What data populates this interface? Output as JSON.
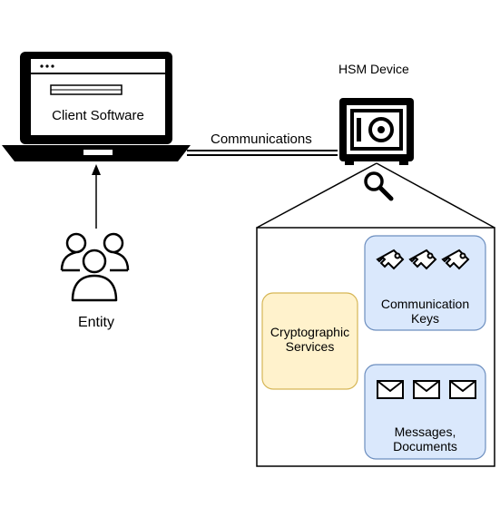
{
  "client": {
    "label": "Client Software"
  },
  "link": {
    "label": "Communications"
  },
  "hsm": {
    "label": "HSM Device"
  },
  "entity": {
    "label": "Entity"
  },
  "panels": {
    "crypto": {
      "label": "Cryptographic Services"
    },
    "keys": {
      "label": "Communication Keys"
    },
    "messages": {
      "label": "Messages, Documents"
    }
  },
  "colors": {
    "stroke": "#000000",
    "crypto_fill": "#fff2cc",
    "crypto_stroke": "#d6b656",
    "blue_fill": "#dae8fc",
    "blue_stroke": "#6c8ebf"
  },
  "icons": {
    "laptop": "laptop-icon",
    "hsm": "safe-icon",
    "zoom": "magnifier-icon",
    "entity": "users-icon",
    "key": "key-icon",
    "message": "envelope-icon"
  }
}
